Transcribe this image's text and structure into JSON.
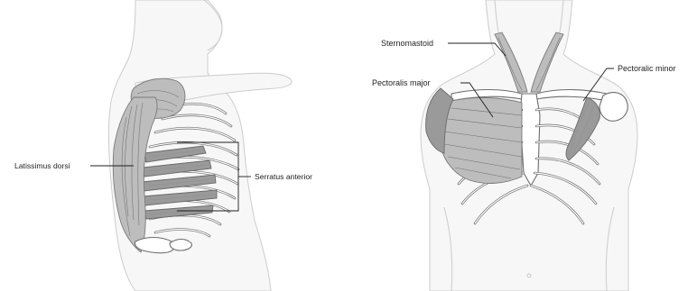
{
  "left_figure": {
    "labels": {
      "latissimus": "Latissimus dorsi",
      "serratus": "Serratus anterior"
    }
  },
  "right_figure": {
    "labels": {
      "sternomastoid": "Sternomastoid",
      "pectoralis_major": "Pectoralis major",
      "pectoralis_minor": "Pectoralic minor"
    }
  }
}
